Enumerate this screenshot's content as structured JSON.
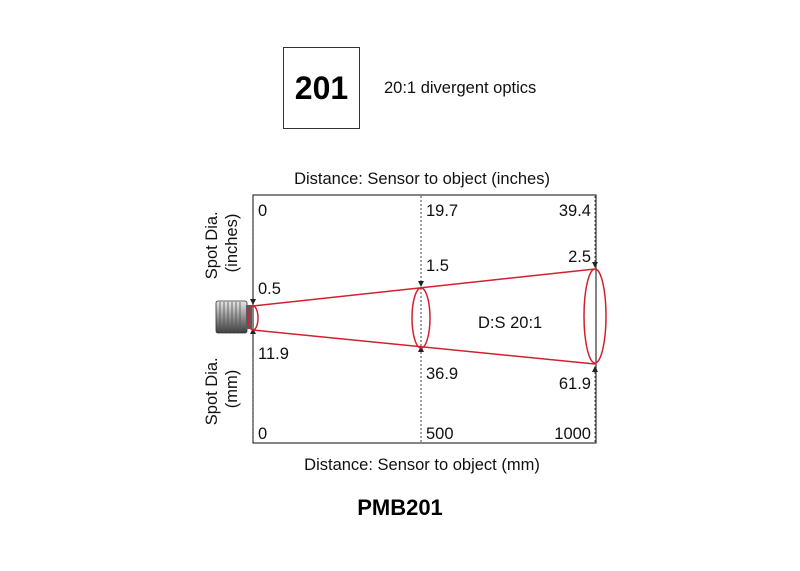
{
  "header": {
    "code": "201",
    "description": "20:1 divergent optics"
  },
  "diagram": {
    "top_axis_label": "Distance: Sensor to object (inches)",
    "bottom_axis_label": "Distance: Sensor to object (mm)",
    "left_label_top": [
      "Spot Dia.",
      "(inches)"
    ],
    "left_label_bottom": [
      "Spot Dia.",
      "(mm)"
    ],
    "distance_inches": [
      "0",
      "19.7",
      "39.4"
    ],
    "distance_mm": [
      "0",
      "500",
      "1000"
    ],
    "spot_inches": [
      "0.5",
      "1.5",
      "2.5"
    ],
    "spot_mm": [
      "11.9",
      "36.9",
      "61.9"
    ],
    "ratio_label": "D:S 20:1",
    "beam_color": "#d2202f"
  },
  "footer": {
    "model": "PMB201"
  }
}
